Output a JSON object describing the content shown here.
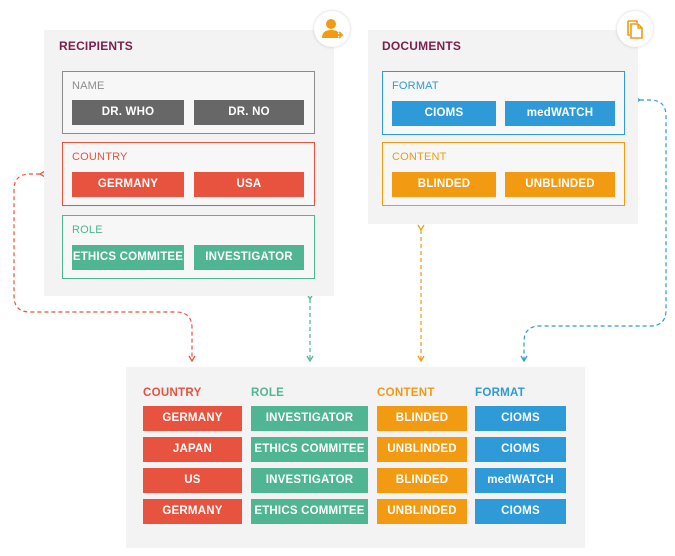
{
  "colors": {
    "title": "#7a1f4e",
    "gray": "#676767",
    "red": "#e7533e",
    "teal": "#4fb593",
    "blue": "#2e9ad8",
    "orange": "#f29b12"
  },
  "recipients": {
    "title": "RECIPIENTS",
    "icon": "user-icon",
    "name": {
      "label": "NAME",
      "items": [
        "DR. WHO",
        "DR. NO"
      ]
    },
    "country": {
      "label": "COUNTRY",
      "items": [
        "GERMANY",
        "USA"
      ]
    },
    "role": {
      "label": "ROLE",
      "items": [
        "ETHICS COMMITEE",
        "INVESTIGATOR"
      ]
    }
  },
  "documents": {
    "title": "DOCUMENTS",
    "icon": "documents-icon",
    "format": {
      "label": "FORMAT",
      "items": [
        "CIOMS",
        "medWATCH"
      ]
    },
    "content": {
      "label": "CONTENT",
      "items": [
        "BLINDED",
        "UNBLINDED"
      ]
    }
  },
  "matrix": {
    "headers": {
      "country": "COUNTRY",
      "role": "ROLE",
      "content": "CONTENT",
      "format": "FORMAT"
    },
    "rows": [
      {
        "country": "GERMANY",
        "role": "INVESTIGATOR",
        "content": "BLINDED",
        "format": "CIOMS"
      },
      {
        "country": "JAPAN",
        "role": "ETHICS COMMITEE",
        "content": "UNBLINDED",
        "format": "CIOMS"
      },
      {
        "country": "US",
        "role": "INVESTIGATOR",
        "content": "BLINDED",
        "format": "medWATCH"
      },
      {
        "country": "GERMANY",
        "role": "ETHICS COMMITEE",
        "content": "UNBLINDED",
        "format": "CIOMS"
      }
    ]
  }
}
